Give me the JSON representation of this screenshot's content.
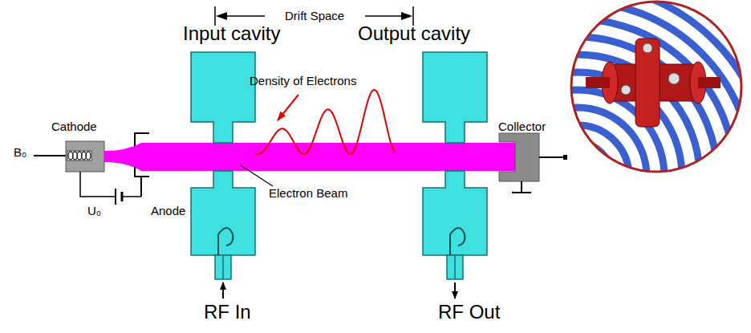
{
  "diagram": {
    "nodes": [
      {
        "text": [
          "Cathode"
        ]
      },
      {
        "text": [
          "Input cavity"
        ]
      },
      {
        "text": [
          "Output cavity"
        ]
      },
      {
        "text": [
          "Collector"
        ]
      }
    ],
    "labels": [
      "Drift Space",
      "Density of Electrons",
      "Electron Beam",
      "B₀",
      "U₀",
      "Anode",
      "RF In",
      "RF Out"
    ]
  }
}
